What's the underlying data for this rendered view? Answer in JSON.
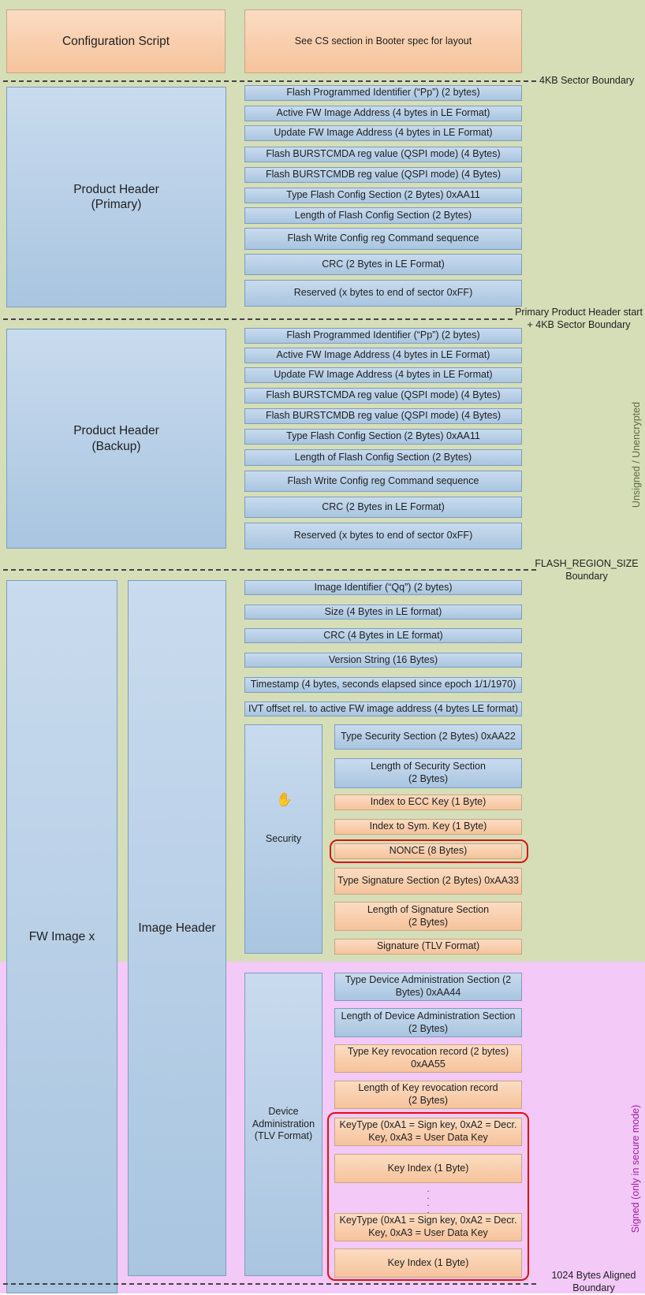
{
  "config": {
    "script_label": "Configuration Script",
    "note": "See CS section in Booter spec for layout"
  },
  "boundaries": {
    "sector": "4KB Sector Boundary",
    "primary_start": "Primary Product Header start",
    "primary_start_2": "+ 4KB Sector Boundary",
    "flash_region": "FLASH_REGION_SIZE",
    "flash_region_2": "Boundary",
    "aligned": "1024 Bytes Aligned",
    "aligned_2": "Boundary"
  },
  "side_labels": {
    "unsigned": "Unsigned / Unencrypted",
    "signed": "Signed (only in secure mode)"
  },
  "primary": {
    "title": "Product Header",
    "subtitle": "(Primary)",
    "fields": [
      "Flash Programmed Identifier (“Pp”) (2 bytes)",
      "Active FW Image Address (4 bytes in LE Format)",
      "Update FW Image Address (4 bytes in LE Format)",
      "Flash BURSTCMDA reg value (QSPI mode) (4 Bytes)",
      "Flash BURSTCMDB reg value (QSPI mode) (4 Bytes)",
      "Type Flash Config Section (2 Bytes) 0xAA11",
      "Length of Flash Config Section (2 Bytes)",
      "Flash Write Config reg Command sequence",
      "CRC (2 Bytes in LE Format)",
      "Reserved (x bytes to end of sector 0xFF)"
    ]
  },
  "backup": {
    "title": "Product Header",
    "subtitle": "(Backup)",
    "fields": [
      "Flash Programmed Identifier (“Pp”) (2 bytes)",
      "Active FW Image Address (4 bytes in LE Format)",
      "Update FW Image Address (4 bytes in LE Format)",
      "Flash BURSTCMDA reg value (QSPI mode) (4 Bytes)",
      "Flash BURSTCMDB reg value (QSPI mode) (4 Bytes)",
      "Type Flash Config Section (2 Bytes) 0xAA11",
      "Length of Flash Config Section (2 Bytes)",
      "Flash Write Config reg Command sequence",
      "CRC (2 Bytes in LE Format)",
      "Reserved (x bytes to end of sector 0xFF)"
    ]
  },
  "fw_image": {
    "label": "FW Image x",
    "image_header": "Image Header",
    "fields": [
      "Image Identifier (“Qq”) (2 bytes)",
      "Size (4 Bytes in LE format)",
      "CRC (4 Bytes in LE format)",
      "Version String (16 Bytes)",
      "Timestamp (4 bytes, seconds elapsed since epoch 1/1/1970)",
      "IVT offset rel. to active FW image address (4 bytes LE format)"
    ]
  },
  "security": {
    "label": "Security",
    "fields": [
      "Type Security Section (2 Bytes) 0xAA22",
      "Length of Security Section\n(2 Bytes)",
      "Index to ECC Key (1 Byte)",
      "Index to Sym. Key (1 Byte)",
      "NONCE (8 Bytes)",
      "Type Signature Section (2 Bytes) 0xAA33",
      "Length of Signature Section\n(2 Bytes)",
      "Signature (TLV Format)"
    ]
  },
  "device_admin": {
    "label": "Device\nAdministration\n(TLV Format)",
    "fields": [
      "Type Device Administration Section (2\nBytes) 0xAA44",
      "Length of Device Administration Section\n(2 Bytes)",
      "Type Key revocation record (2 bytes)\n0xAA55",
      "Length of Key revocation record\n(2 Bytes)",
      "KeyType (0xA1 = Sign key, 0xA2 = Decr.\nKey, 0xA3 = User Data Key",
      "Key Index (1 Byte)",
      "KeyType (0xA1 = Sign key, 0xA2 = Decr.\nKey, 0xA3 = User Data Key",
      "Key Index (1 Byte)"
    ]
  },
  "icons": {
    "cursor": "hand-cursor-icon"
  }
}
